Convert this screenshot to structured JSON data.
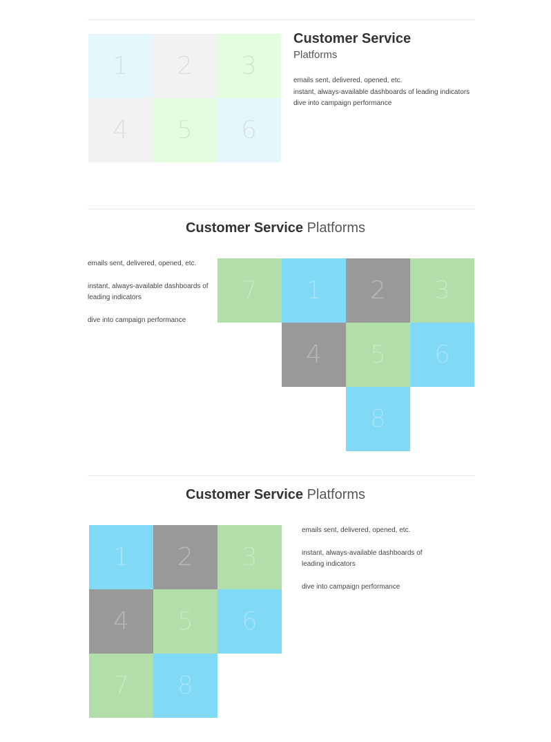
{
  "section1": {
    "title_bold": "Customer Service",
    "title_light": "Platforms",
    "items": [
      "emails sent, delivered, opened, etc.",
      "instant, always-available dashboards of leading indicators",
      "dive into campaign performance"
    ],
    "tiles": [
      "1",
      "2",
      "3",
      "4",
      "5",
      "6"
    ]
  },
  "section2": {
    "title_bold": "Customer Service",
    "title_light": "Platforms",
    "items": [
      "emails sent, delivered, opened, etc.",
      "instant, always-available dashboards of leading indicators",
      "dive into campaign performance"
    ],
    "tiles": [
      "7",
      "1",
      "2",
      "3",
      "4",
      "5",
      "6",
      "8"
    ]
  },
  "section3": {
    "title_bold": "Customer Service",
    "title_light": "Platforms",
    "items": [
      "emails sent, delivered, opened, etc.",
      "instant, always-available dashboards of leading indicators",
      "dive into campaign performance"
    ],
    "tiles": [
      "1",
      "2",
      "3",
      "4",
      "5",
      "6",
      "7",
      "8"
    ]
  },
  "colors": {
    "light_blue": "#e6f7fc",
    "light_gray": "#f2f2f2",
    "light_green": "#e4fde0",
    "blue": "#80d9f5",
    "gray": "#999999",
    "green": "#b1dea9"
  }
}
